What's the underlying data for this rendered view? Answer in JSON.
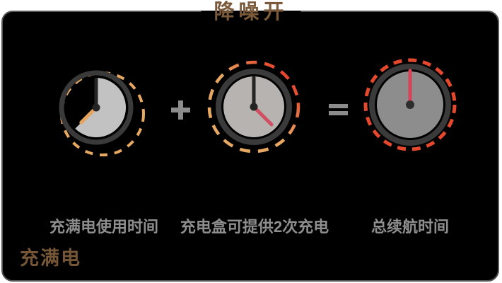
{
  "header": {
    "title": "降噪开"
  },
  "equation": {
    "items": [
      {
        "id": "usage-time",
        "label": "充满电使用时间"
      },
      {
        "id": "case-charges",
        "label": "充电盒可提供2次充电"
      },
      {
        "id": "total-endurance",
        "label": "总续航时间"
      }
    ],
    "operators": {
      "plus": "+",
      "equals": "="
    }
  },
  "footer": {
    "note": "充满电"
  },
  "icons": {
    "clock_partial": "clock-icon-partial-usage",
    "clock_case": "clock-icon-case-charge",
    "clock_total": "clock-icon-total-endurance",
    "plus_icon": "+",
    "equals_icon": "="
  },
  "colors": {
    "page_bg": "#ffffff",
    "card_bg": "#000000",
    "card_border": "#565656",
    "title_brown": "#7a5a3b",
    "footer_brown": "#755637",
    "label_gray": "#8e8e8e",
    "operator_gray": "#8c8c8c",
    "ring_dark": "#3a3a3a",
    "face_light": "#c2c2c2",
    "face_mid": "#b6b3b1",
    "face_dark": "#8d8d8d",
    "hand_dark": "#242424",
    "hand_orange": "#e5a35c",
    "hand_pink": "#d04f62",
    "hand_red": "#d74457",
    "dash_tan": "#e7a862",
    "dash_red": "#e6482d"
  }
}
